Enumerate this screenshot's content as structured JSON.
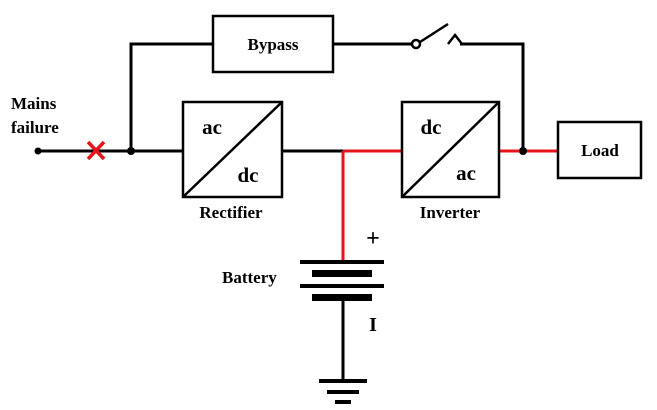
{
  "labels": {
    "mains_line1": "Mains",
    "mains_line2": "failure",
    "bypass": "Bypass",
    "rectifier_top": "ac",
    "rectifier_bottom": "dc",
    "rectifier": "Rectifier",
    "inverter_top": "dc",
    "inverter_bottom": "ac",
    "inverter": "Inverter",
    "load": "Load",
    "battery": "Battery",
    "battery_plus": "+",
    "battery_minus": "I"
  },
  "colors": {
    "wire": "#000000",
    "active_path": "#e8141c",
    "failure_mark": "#e8141c"
  },
  "icons": {
    "failure": "x-mark",
    "switch": "open-switch",
    "ground": "ground-symbol"
  }
}
